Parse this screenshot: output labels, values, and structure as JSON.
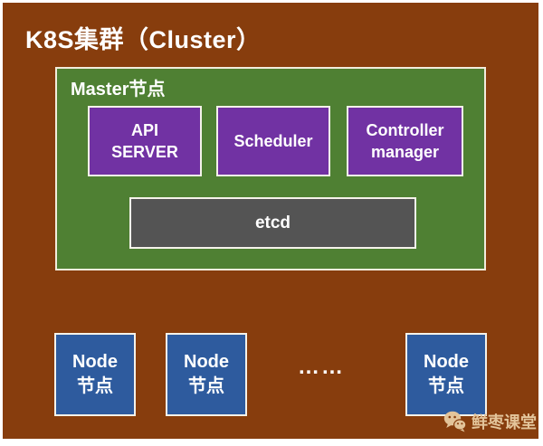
{
  "title": "K8S集群（Cluster）",
  "master": {
    "label": "Master节点",
    "components": [
      {
        "id": "api-server",
        "line1": "API",
        "line2": "SERVER"
      },
      {
        "id": "scheduler",
        "line1": "Scheduler",
        "line2": ""
      },
      {
        "id": "controller-manager",
        "line1": "Controller",
        "line2": "manager"
      }
    ],
    "datastore": {
      "label": "etcd"
    }
  },
  "nodes": {
    "items": [
      {
        "line1": "Node",
        "line2": "节点"
      },
      {
        "line1": "Node",
        "line2": "节点"
      },
      {
        "line1": "Node",
        "line2": "节点"
      }
    ],
    "ellipsis": "……"
  },
  "watermark": {
    "label": "鲜枣课堂"
  },
  "colors": {
    "background_brown": "#873D0D",
    "master_green": "#4F8033",
    "component_purple": "#7132A3",
    "etcd_gray": "#545454",
    "node_blue": "#2E5B9E",
    "text_white": "#FFFFFF",
    "watermark_tan": "#E3C49A",
    "frame_white": "#FFFFFF"
  }
}
